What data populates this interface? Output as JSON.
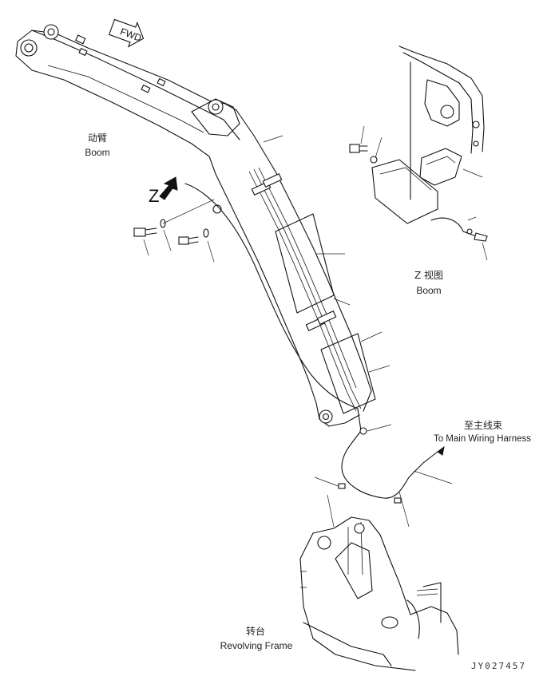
{
  "labels": {
    "boom_top_cn": "动臂",
    "boom_top_en": "Boom",
    "view_letter": "Z",
    "view_title_cn": "Z 视图",
    "view_title_en": "Boom",
    "harness_cn": "至主线束",
    "harness_en": "To Main Wiring Harness",
    "frame_cn": "转台",
    "frame_en": "Revolving Frame",
    "fwd_mark": "FWD",
    "drawing_code": "JY027457"
  },
  "icons": {
    "view_arrow": "view-direction-arrow-icon",
    "fwd_arrow": "forward-direction-arrow-icon",
    "harness_arrow": "harness-direction-arrow-icon"
  }
}
